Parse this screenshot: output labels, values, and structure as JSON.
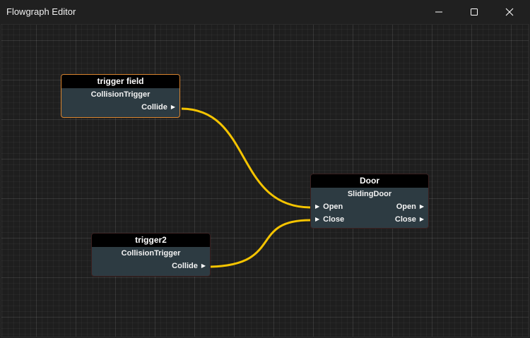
{
  "window": {
    "title": "Flowgraph Editor",
    "controls": [
      "minimize",
      "maximize",
      "close"
    ]
  },
  "colors": {
    "wire": "#f5c400",
    "node_body": "#2d3b42",
    "node_header": "#000000",
    "selected_border": "#d9842e"
  },
  "nodes": [
    {
      "title": "trigger field",
      "type": "CollisionTrigger",
      "outputs": [
        "Collide"
      ],
      "selected": true
    },
    {
      "title": "trigger2",
      "type": "CollisionTrigger",
      "outputs": [
        "Collide"
      ],
      "selected": false
    },
    {
      "title": "Door",
      "type": "SlidingDoor",
      "inputs": [
        "Open",
        "Close"
      ],
      "outputs": [
        "Open",
        "Close"
      ],
      "selected": false
    }
  ],
  "connections": [
    {
      "from": "trigger field.Collide",
      "to": "Door.Open"
    },
    {
      "from": "trigger2.Collide",
      "to": "Door.Close"
    }
  ]
}
